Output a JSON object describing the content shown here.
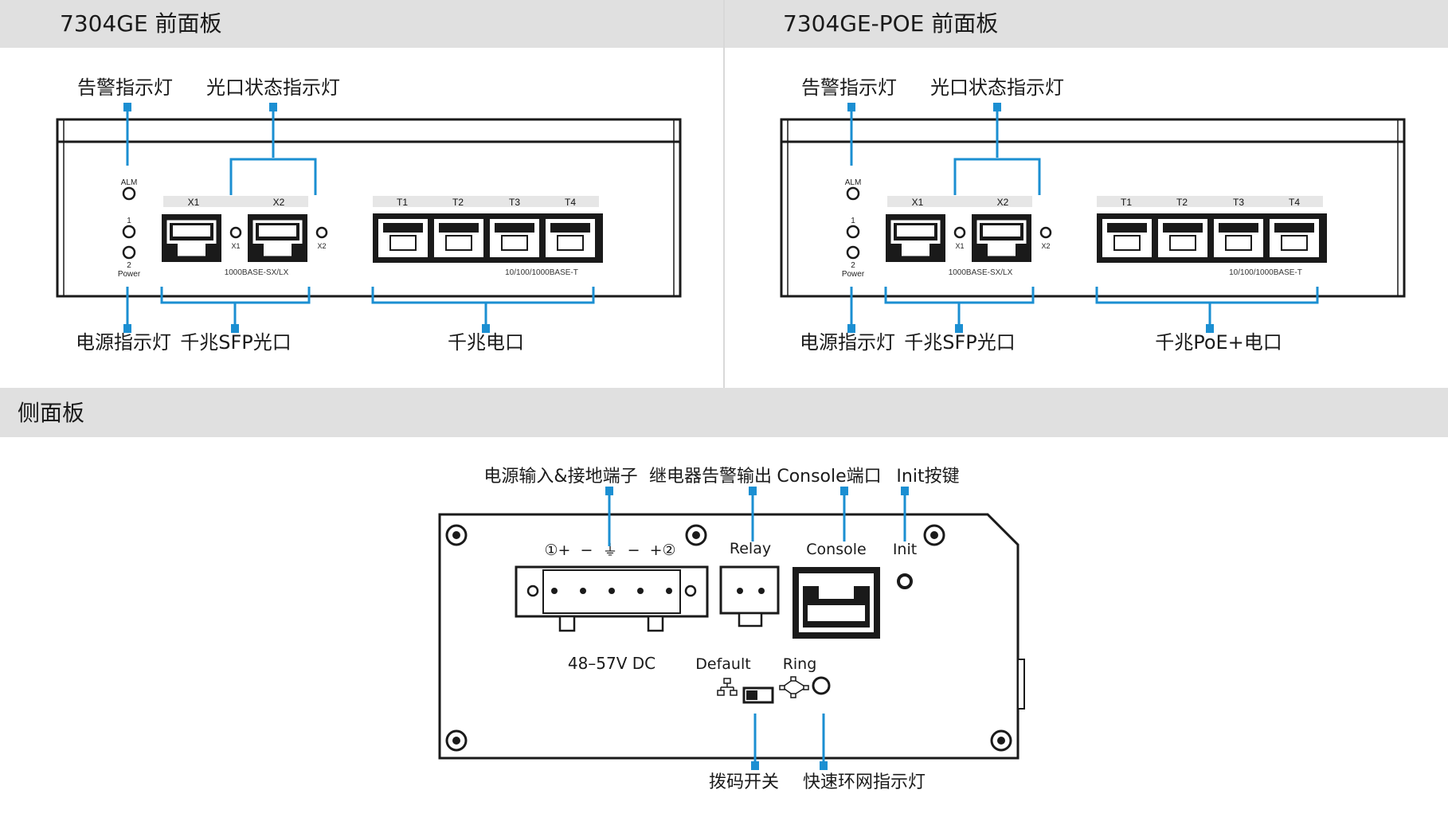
{
  "front_left": {
    "title": "7304GE 前面板",
    "labels": {
      "alarm_led": "告警指示灯",
      "optical_status_led": "光口状态指示灯",
      "power_led": "电源指示灯",
      "gigabit_sfp": "千兆SFP光口",
      "gigabit_rj45": "千兆电口"
    },
    "panel": {
      "alm": "ALM",
      "led1": "1",
      "led2": "2",
      "power": "Power",
      "x1": "X1",
      "x2": "X2",
      "sfp_spec": "1000BASE-SX/LX",
      "t1": "T1",
      "t2": "T2",
      "t3": "T3",
      "t4": "T4",
      "rj45_spec": "10/100/1000BASE-T"
    }
  },
  "front_right": {
    "title": "7304GE-POE 前面板",
    "labels": {
      "alarm_led": "告警指示灯",
      "optical_status_led": "光口状态指示灯",
      "power_led": "电源指示灯",
      "gigabit_sfp": "千兆SFP光口",
      "gigabit_poe": "千兆PoE+电口"
    },
    "panel": {
      "alm": "ALM",
      "led1": "1",
      "led2": "2",
      "power": "Power",
      "x1": "X1",
      "x2": "X2",
      "sfp_spec": "1000BASE-SX/LX",
      "t1": "T1",
      "t2": "T2",
      "t3": "T3",
      "t4": "T4",
      "rj45_spec": "10/100/1000BASE-T"
    }
  },
  "side": {
    "title": "侧面板",
    "labels": {
      "power_input": "电源输入&接地端子",
      "relay_output": "继电器告警输出",
      "console_port": "Console端口",
      "init_button": "Init按键",
      "dip_switch": "拨码开关",
      "ring_led": "快速环网指示灯"
    },
    "panel": {
      "terminal_marks": "①+  −  ⏚  −  +②",
      "relay": "Relay",
      "console": "Console",
      "init": "Init",
      "voltage": "48–57V DC",
      "default": "Default",
      "ring": "Ring"
    }
  },
  "colors": {
    "callout_blue": "#1b8fd2",
    "band_gray": "#e0e0e0",
    "device_line": "#1a1a1a"
  }
}
